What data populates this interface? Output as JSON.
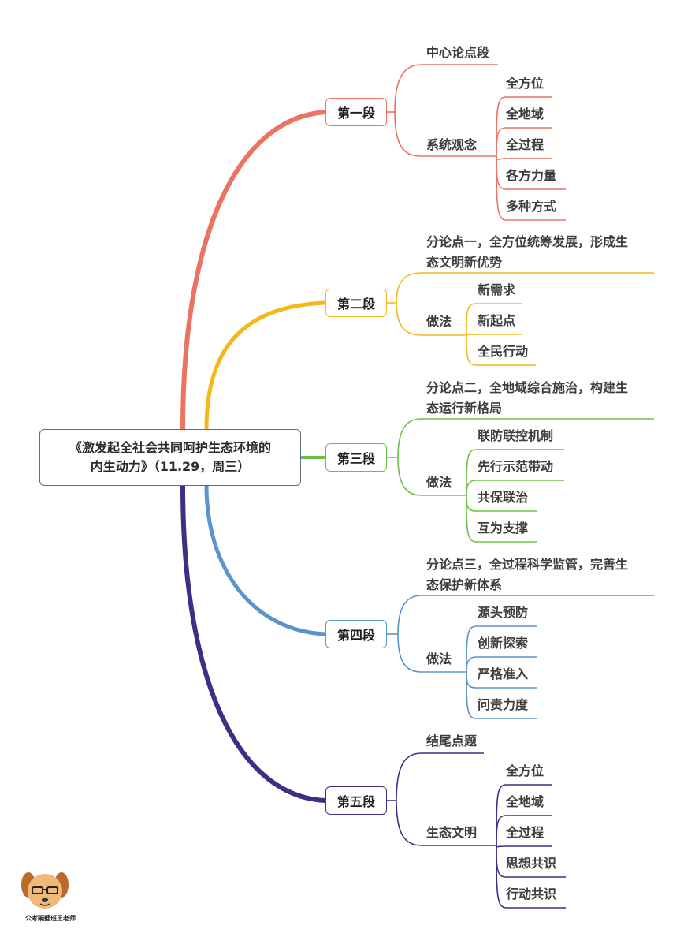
{
  "root": {
    "line1": "《激发起全社会共同呵护生态环境的",
    "line2": "内生动力》（11.29，周三）"
  },
  "colors": {
    "s1": "#ec7262",
    "s2": "#f2b81c",
    "s3": "#6cc04a",
    "s4": "#5b93cf",
    "s5": "#3c2f85"
  },
  "sections": {
    "s1": {
      "title": "第一段",
      "top": "中心论点段",
      "sub": "系统观念",
      "items": [
        "全方位",
        "全地域",
        "全过程",
        "各方力量",
        "多种方式"
      ]
    },
    "s2": {
      "title": "第二段",
      "top1": "分论点一，全方位统筹发展，形成生",
      "top2": "态文明新优势",
      "sub": "做法",
      "items": [
        "新需求",
        "新起点",
        "全民行动"
      ]
    },
    "s3": {
      "title": "第三段",
      "top1": "分论点二，全地域综合施治，构建生",
      "top2": "态运行新格局",
      "sub": "做法",
      "items": [
        "联防联控机制",
        "先行示范带动",
        "共保联治",
        "互为支撑"
      ]
    },
    "s4": {
      "title": "第四段",
      "top1": "分论点三，全过程科学监管，完善生",
      "top2": "态保护新体系",
      "sub": "做法",
      "items": [
        "源头预防",
        "创新探索",
        "严格准入",
        "问责力度"
      ]
    },
    "s5": {
      "title": "第五段",
      "top": "结尾点题",
      "sub": "生态文明",
      "items": [
        "全方位",
        "全地域",
        "全过程",
        "思想共识",
        "行动共识"
      ]
    }
  },
  "logo": {
    "text": "公考隔壁班王老师"
  }
}
